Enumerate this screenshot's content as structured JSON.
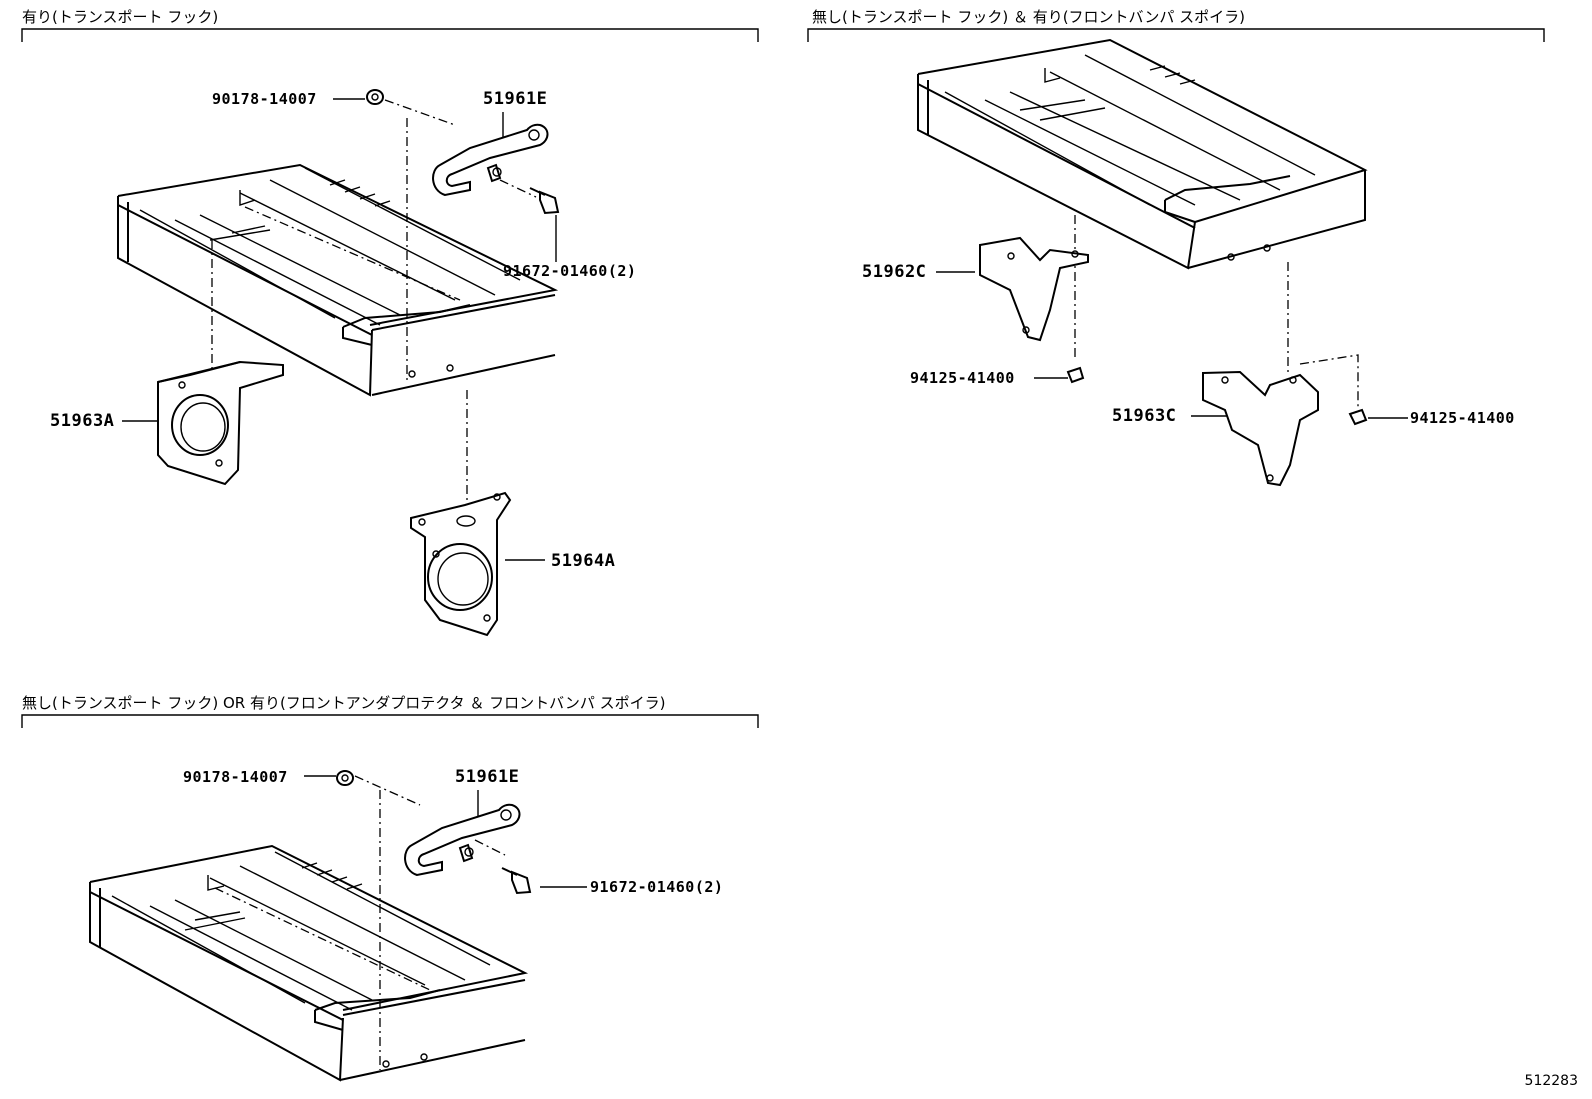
{
  "sections": [
    {
      "title": "有り(トランスポート フック)"
    },
    {
      "title": "無し(トランスポート フック) ＆ 有り(フロントバンパ スポイラ)"
    },
    {
      "title": "無し(トランスポート フック) OR 有り(フロントアンダプロテクタ ＆ フロントバンパ スポイラ)"
    }
  ],
  "callouts": {
    "s1_nut": "90178-14007",
    "s1_hook": "51961E",
    "s1_bolt": "91672-01460(2)",
    "s1_bracket_a": "51963A",
    "s1_bracket_b": "51964A",
    "s2_bracket_c1": "51962C",
    "s2_nut_1": "94125-41400",
    "s2_bracket_c2": "51963C",
    "s2_nut_2": "94125-41400",
    "s3_nut": "90178-14007",
    "s3_hook": "51961E",
    "s3_bolt": "91672-01460(2)"
  },
  "drawing_number": "512283"
}
